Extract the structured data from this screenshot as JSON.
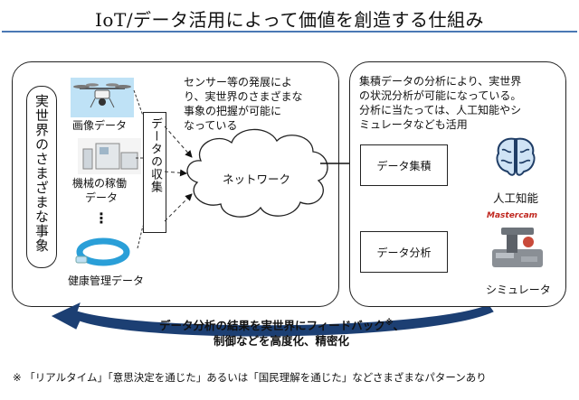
{
  "title": "IoT/データ活用によって価値を創造する仕組み",
  "left_panel": {
    "vertical_label": "実世界のさまざまな事象",
    "items": [
      "画像データ",
      "機械の稼働",
      "データ",
      "健康管理データ"
    ],
    "dots": "⋮",
    "collect_label": "データの収集",
    "description": [
      "センサー等の発展によ",
      "り、実世界のさまざまな",
      "事象の把握が可能に",
      "なっている"
    ],
    "cloud_label": "ネットワーク"
  },
  "right_panel": {
    "description": [
      "集積データの分析により、実世界",
      "の状況分析が可能になっている。",
      "分析に当たっては、人工知能やシ",
      "ミュレータなども活用"
    ],
    "box_accumulate": "データ集積",
    "box_analysis": "データ分析",
    "ai_label": "人工知能",
    "sim_label": "シミュレータ",
    "mastercam": "Mastercam"
  },
  "feedback": {
    "line1": "データ分析の結果を実世界にフィードバック",
    "mark": "※",
    "line1_tail": "、",
    "line2": "制御などを高度化、精密化"
  },
  "footnote": "※ 「リアルタイム」「意思決定を通じた」あるいは「国民理解を通じた」などさまざまなパターンあり",
  "colors": {
    "rule": "#4a78b4",
    "feedback_arrow": "#1c3f73",
    "brain": "#6fa3d8"
  }
}
